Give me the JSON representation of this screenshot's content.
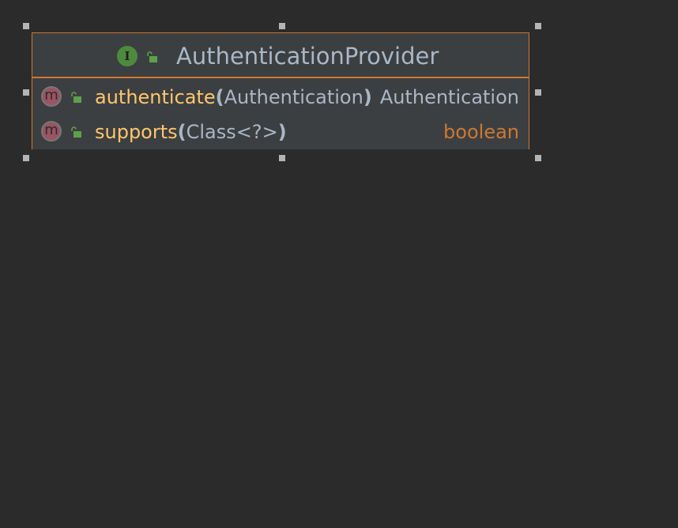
{
  "node": {
    "kind_glyph": "I",
    "kind_icon": "interface-icon",
    "visibility_icon": "public-lock-icon",
    "title": "AuthenticationProvider",
    "colors": {
      "border": "#cc7832",
      "interface_badge": "#4e8a3e",
      "method_badge": "#9a5464",
      "method_name": "#ffc66d",
      "type_text": "#a9b7c6",
      "primitive_type": "#cc7832"
    }
  },
  "members": [
    {
      "icon": "method-icon",
      "glyph": "m",
      "name": "authenticate",
      "open_paren": "(",
      "params": "Authentication",
      "close_paren": ")",
      "return_type": "Authentication"
    },
    {
      "icon": "method-icon",
      "glyph": "m",
      "name": "supports",
      "open_paren": "(",
      "params": "Class<?>",
      "close_paren": ")",
      "return_type": "boolean"
    }
  ]
}
